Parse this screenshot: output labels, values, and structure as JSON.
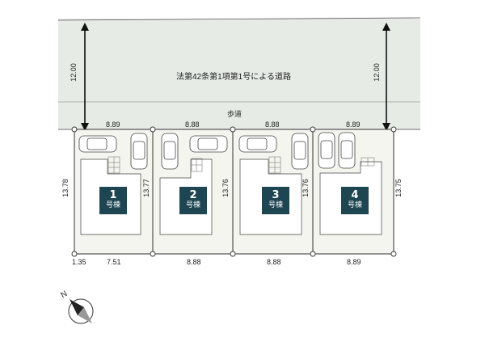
{
  "road": {
    "label": "法第42条第1項第1号による道路",
    "width_left": "12.00",
    "width_right": "12.00"
  },
  "sidewalk": {
    "label": "歩道"
  },
  "frontage": [
    "8.89",
    "8.88",
    "8.88",
    "8.89"
  ],
  "rear": [
    "1.35",
    "7.51",
    "8.88",
    "8.88",
    "8.89"
  ],
  "depth": [
    "13.78",
    "13.77",
    "13.76",
    "13.76",
    "13.75"
  ],
  "lots": [
    {
      "number": "1",
      "label": "号棟"
    },
    {
      "number": "2",
      "label": "号棟"
    },
    {
      "number": "3",
      "label": "号棟"
    },
    {
      "number": "4",
      "label": "号棟"
    }
  ],
  "colors": {
    "road": "#e6ebe6",
    "lot": "#f4f5ee",
    "badge": "#1d4552",
    "line": "#333333"
  },
  "north": {
    "label": "N"
  }
}
